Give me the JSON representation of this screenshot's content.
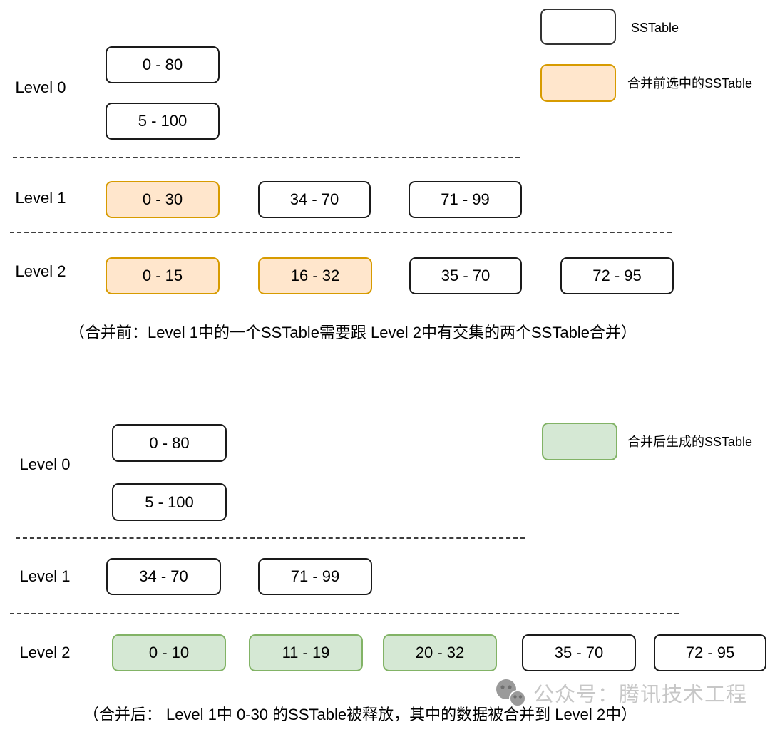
{
  "colors": {
    "orange_fill": "#ffe6cc",
    "orange_border": "#d79b00",
    "green_fill": "#d5e8d4",
    "green_border": "#82b366",
    "white_fill": "#ffffff",
    "box_border": "#1a1a1a",
    "watermark_gray": "#c7c7c7"
  },
  "legend": {
    "sstable": {
      "label": "SSTable",
      "variant": "white"
    },
    "selected_before": {
      "label": "合并前选中的SSTable",
      "variant": "orange"
    },
    "generated_after": {
      "label": "合并后生成的SSTable",
      "variant": "green"
    }
  },
  "diagram_before": {
    "caption": "（合并前：Level 1中的一个SSTable需要跟 Level 2中有交集的两个SSTable合并）",
    "levels": [
      {
        "label": "Level 0",
        "boxes": [
          {
            "text": "0 - 80",
            "variant": "white"
          },
          {
            "text": "5 - 100",
            "variant": "white"
          }
        ]
      },
      {
        "label": "Level 1",
        "boxes": [
          {
            "text": "0 - 30",
            "variant": "orange"
          },
          {
            "text": "34 - 70",
            "variant": "white"
          },
          {
            "text": "71 - 99",
            "variant": "white"
          }
        ]
      },
      {
        "label": "Level 2",
        "boxes": [
          {
            "text": "0 - 15",
            "variant": "orange"
          },
          {
            "text": "16 - 32",
            "variant": "orange"
          },
          {
            "text": "35 - 70",
            "variant": "white"
          },
          {
            "text": "72 - 95",
            "variant": "white"
          }
        ]
      }
    ]
  },
  "diagram_after": {
    "caption": "（合并后： Level 1中 0-30 的SSTable被释放，其中的数据被合并到 Level 2中）",
    "levels": [
      {
        "label": "Level 0",
        "boxes": [
          {
            "text": "0 - 80",
            "variant": "white"
          },
          {
            "text": "5 - 100",
            "variant": "white"
          }
        ]
      },
      {
        "label": "Level 1",
        "boxes": [
          {
            "text": "34 - 70",
            "variant": "white"
          },
          {
            "text": "71 - 99",
            "variant": "white"
          }
        ]
      },
      {
        "label": "Level 2",
        "boxes": [
          {
            "text": "0 - 10",
            "variant": "green"
          },
          {
            "text": "11 - 19",
            "variant": "green"
          },
          {
            "text": "20 - 32",
            "variant": "green"
          },
          {
            "text": "35 - 70",
            "variant": "white"
          },
          {
            "text": "72 - 95",
            "variant": "white"
          }
        ]
      }
    ]
  },
  "watermark": {
    "icon": "wechat-icon",
    "text": "公众号：腾讯技术工程"
  }
}
